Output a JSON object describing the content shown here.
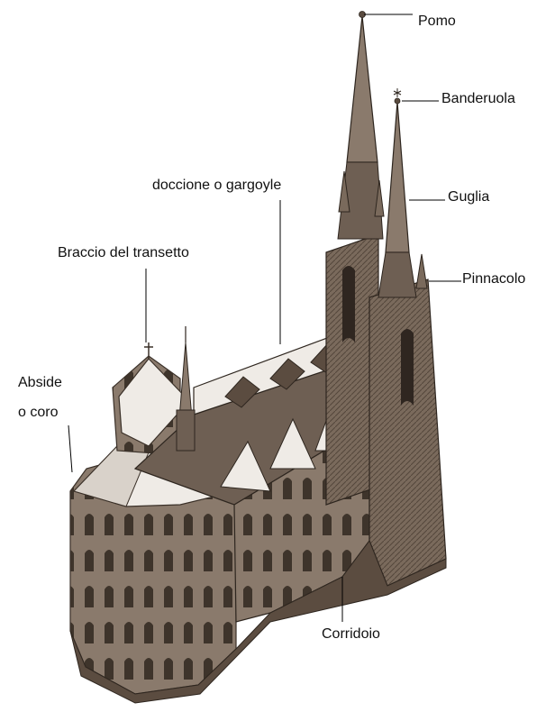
{
  "labels": {
    "pomo": "Pomo",
    "banderuola": "Banderuola",
    "doccione": "doccione o gargoyle",
    "guglia": "Guglia",
    "braccio": "Braccio del transetto",
    "pinnacolo": "Pinnacolo",
    "abside_line1": "Abside",
    "abside_line2": "o coro",
    "corridoio": "Corridoio"
  },
  "colors": {
    "ink": "#111111",
    "stone_dark": "#5b4c40",
    "stone_mid": "#8a7a6c",
    "stone_light": "#c8bdb2",
    "roof_dark": "#6e5f53",
    "roof_light": "#efebe6",
    "leader": "#000000"
  }
}
